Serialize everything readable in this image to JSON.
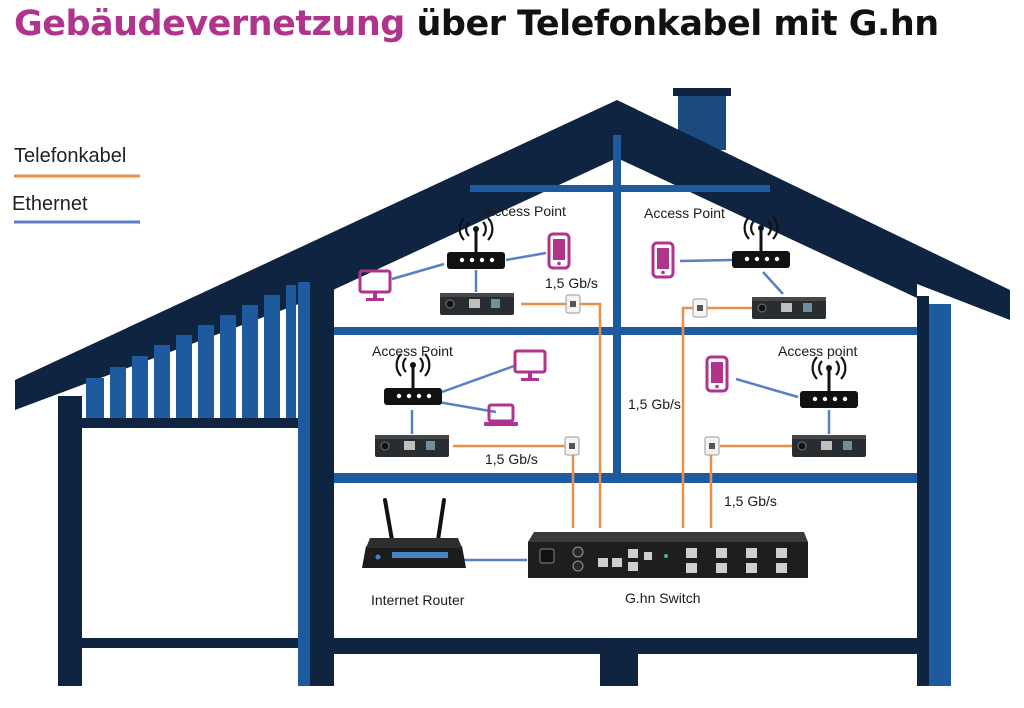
{
  "title": {
    "highlight": "Gebäudevernetzung",
    "rest": " über Telefonkabel mit G.hn"
  },
  "legend": {
    "phone_cable": "Telefonkabel",
    "ethernet": "Ethernet"
  },
  "labels": {
    "ap_top_left": "Access Point",
    "ap_top_right": "Access Point",
    "ap_mid_left": "Access Point",
    "ap_mid_right": "Access point",
    "speed_top_left": "1,5 Gb/s",
    "speed_center": "1,5 Gb/s",
    "speed_mid_left": "1,5 Gb/s",
    "speed_right": "1,5 Gb/s",
    "router": "Internet Router",
    "switch": "G.hn Switch"
  },
  "colors": {
    "house": "#0e2440",
    "slat": "#1d5a9e",
    "phone_cable": "#e8904a",
    "ethernet": "#5a7fc4",
    "device_magenta": "#b0338c"
  }
}
